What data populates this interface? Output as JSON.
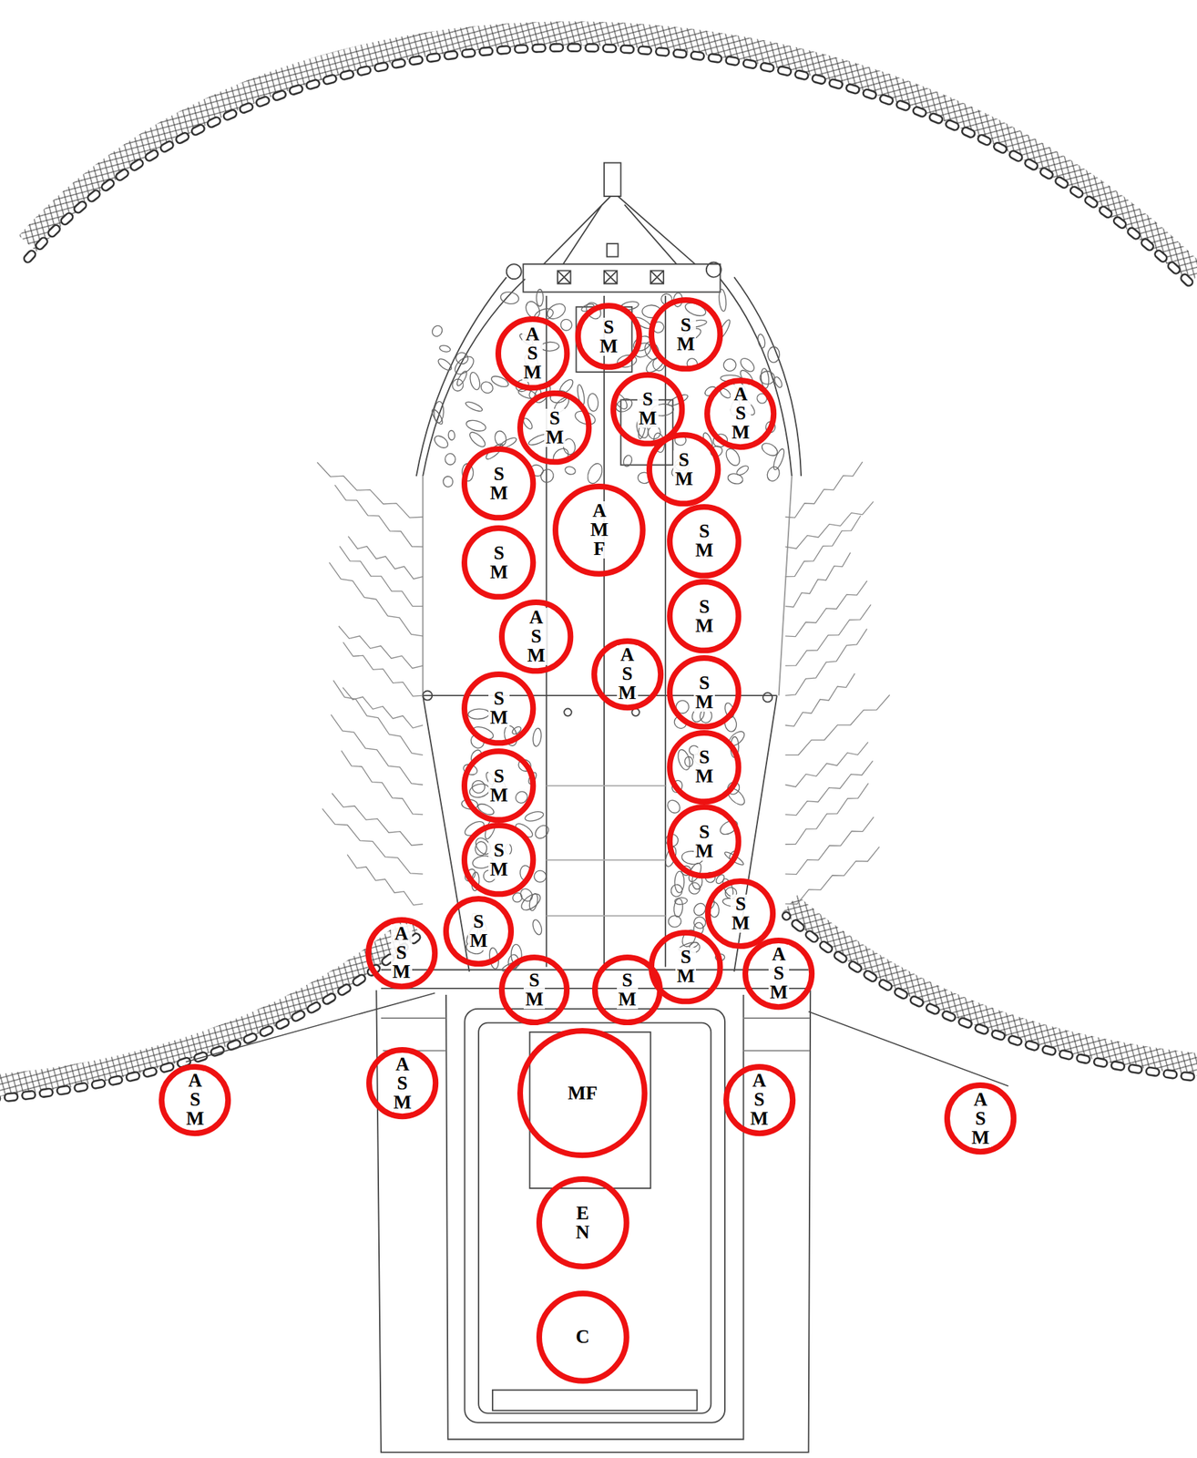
{
  "diagram": {
    "nodes": [
      {
        "text": [
          "A S M"
        ]
      },
      {
        "text": [
          "S M"
        ]
      },
      {
        "text": [
          "S M"
        ]
      },
      {
        "text": [
          "S M"
        ]
      },
      {
        "text": [
          "A S M"
        ]
      },
      {
        "text": [
          "S M"
        ]
      },
      {
        "text": [
          "S M"
        ]
      },
      {
        "text": [
          "S M"
        ]
      },
      {
        "text": [
          "A M F"
        ]
      },
      {
        "text": [
          "S M"
        ]
      },
      {
        "text": [
          "S M"
        ]
      },
      {
        "text": [
          "S M"
        ]
      },
      {
        "text": [
          "A S M"
        ]
      },
      {
        "text": [
          "A S M"
        ]
      },
      {
        "text": [
          "S M"
        ]
      },
      {
        "text": [
          "S M"
        ]
      },
      {
        "text": [
          "S M"
        ]
      },
      {
        "text": [
          "S M"
        ]
      },
      {
        "text": [
          "S M"
        ]
      },
      {
        "text": [
          "S M"
        ]
      },
      {
        "text": [
          "S M"
        ]
      },
      {
        "text": [
          "S M"
        ]
      },
      {
        "text": [
          "A S M"
        ]
      },
      {
        "text": [
          "S M"
        ]
      },
      {
        "text": [
          "A S M"
        ]
      },
      {
        "text": [
          "S M"
        ]
      },
      {
        "text": [
          "S M"
        ]
      },
      {
        "text": [
          "A S M"
        ]
      },
      {
        "text": [
          "MF"
        ]
      },
      {
        "text": [
          "A S M"
        ]
      },
      {
        "text": [
          "A S M"
        ]
      },
      {
        "text": [
          "A S M"
        ]
      },
      {
        "text": [
          "E N"
        ]
      },
      {
        "text": [
          "C"
        ]
      }
    ]
  }
}
